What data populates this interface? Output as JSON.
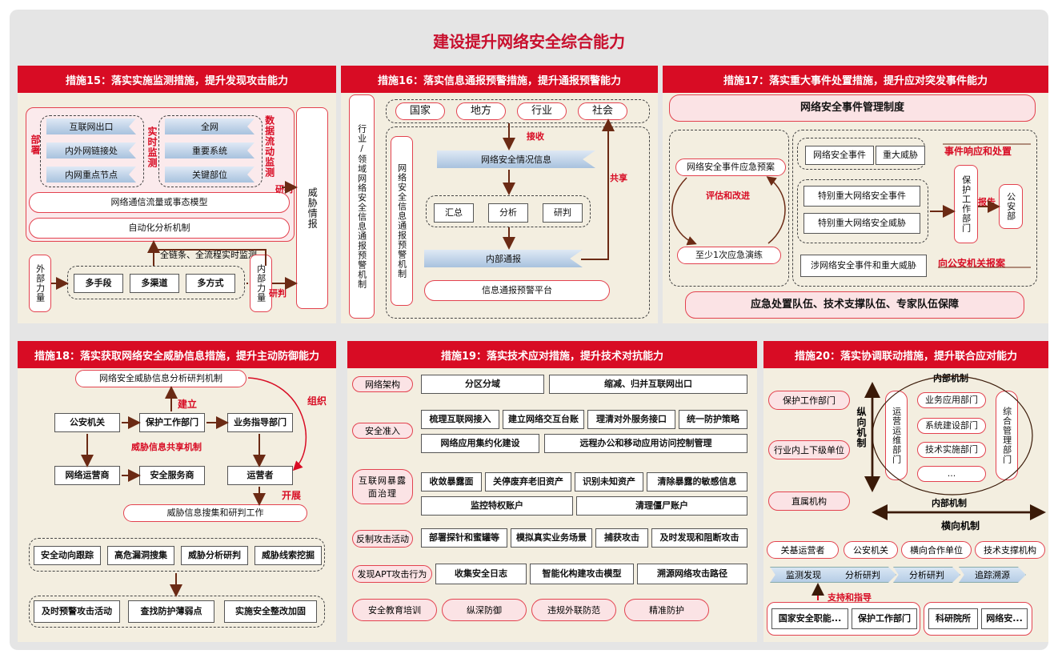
{
  "title": "建设提升网络安全综合能力",
  "p15": {
    "header": "措施15：落实实施监测措施，提升发现攻击能力",
    "deploy": "部署",
    "items": [
      "互联网出口",
      "内外网链接处",
      "内网重点节点"
    ],
    "realtime": "实时监测",
    "watch": [
      "全网",
      "重要系统",
      "关键部位"
    ],
    "dataflow": "数据流动监测",
    "model": "网络通信流量或事态模型",
    "auto": "自动化分析机制",
    "threat": "威胁情报",
    "judge1": "研判",
    "judge2": "研判",
    "chain": "全链条、全流程实时监测",
    "external": "外部力量",
    "internal": "内部力量",
    "multi": [
      "多手段",
      "多渠道",
      "多方式"
    ]
  },
  "p16": {
    "header": "措施16：落实信息通报预警措施，提升通报预警能力",
    "side": "行业/领域网络安全信息通报预警机制",
    "top": [
      "国家",
      "地方",
      "行业",
      "社会"
    ],
    "inner": "网络安全信息通报预警机制",
    "receive": "接收",
    "info": "网络安全情况信息",
    "ops": [
      "汇总",
      "分析",
      "研判"
    ],
    "notice": "内部通报",
    "share": "共享",
    "platform": "信息通报预警平台"
  },
  "p17": {
    "header": "措施17：落实重大事件处置措施，提升应对突发事件能力",
    "system": "网络安全事件管理制度",
    "plan": "网络安全事件应急预案",
    "improve": "评估和改进",
    "drill": "至少1次应急演练",
    "event": "网络安全事件",
    "threat": "重大威胁",
    "respond": "事件响应和处置",
    "special1": "特别重大网络安全事件",
    "special2": "特别重大网络安全威胁",
    "protect": "保护工作部门",
    "report": "报告",
    "police": "公安部",
    "involve": "涉网络安全事件和重大威胁",
    "case": "向公安机关报案",
    "team": "应急处置队伍、技术支撑队伍、专家队伍保障"
  },
  "p18": {
    "header": "措施18：落实获取网络安全威胁信息措施，提升主动防御能力",
    "mech": "网络安全威胁信息分析研判机制",
    "build": "建立",
    "org": "组织",
    "nodes": [
      "公安机关",
      "保护工作部门",
      "业务指导部门",
      "网络运营商",
      "安全服务商",
      "运营者"
    ],
    "share": "威胁信息共享机制",
    "start": "开展",
    "collect": "威胁信息搜集和研判工作",
    "row1": [
      "安全动向跟踪",
      "高危漏洞搜集",
      "威胁分析研判",
      "威胁线索挖掘"
    ],
    "row2": [
      "及时预警攻击活动",
      "查找防护薄弱点",
      "实施安全整改加固"
    ]
  },
  "p19": {
    "header": "措施19：落实技术应对措施，提升技术对抗能力",
    "rows": [
      {
        "label": "网络架构",
        "items": [
          "分区分域",
          "缩减、归并互联网出口"
        ]
      },
      {
        "label": "安全准入",
        "items": [
          "梳理互联网接入",
          "建立网络交互台账",
          "理清对外服务接口",
          "统一防护策略",
          "网络应用集约化建设",
          "远程办公和移动应用访问控制管理"
        ]
      },
      {
        "label": "互联网暴露面治理",
        "items": [
          "收敛暴露面",
          "关停废弃老旧资产",
          "识别未知资产",
          "清除暴露的敏感信息",
          "监控特权账户",
          "清理僵尸账户"
        ]
      },
      {
        "label": "反制攻击活动",
        "items": [
          "部署探针和蜜罐等",
          "模拟真实业务场景",
          "捕获攻击",
          "及时发现和阻断攻击"
        ]
      },
      {
        "label": "发现APT攻击行为",
        "items": [
          "收集安全日志",
          "智能化构建攻击模型",
          "溯源网络攻击路径"
        ]
      }
    ],
    "bottom": [
      "安全教育培训",
      "纵深防御",
      "违规外联防范",
      "精准防护"
    ]
  },
  "p20": {
    "header": "措施20：落实协调联动措施，提升联合应对能力",
    "left": [
      "保护工作部门",
      "行业内上下级单位",
      "直属机构"
    ],
    "vertical": "纵向机制",
    "inTop": "内部机制",
    "inBottom": "内部机制",
    "ops": "运营运维部门",
    "mid": [
      "业务应用部门",
      "系统建设部门",
      "技术实施部门",
      "..."
    ],
    "mgmt": "综合管理部门",
    "horizontal": "横向机制",
    "pills": [
      "关基运营者",
      "公安机关",
      "横向合作单位",
      "技术支撑机构"
    ],
    "flow": [
      "监测发现",
      "分析研判",
      "分析研判",
      "追踪溯源"
    ],
    "support": "支持和指导",
    "bottomL": [
      "国家安全职能...",
      "保护工作部门"
    ],
    "bottomR": [
      "科研院所",
      "网络安..."
    ]
  },
  "colors": {
    "red": "#d80c24",
    "panel": "#f3eee0",
    "arrow": "#6b2a14"
  }
}
